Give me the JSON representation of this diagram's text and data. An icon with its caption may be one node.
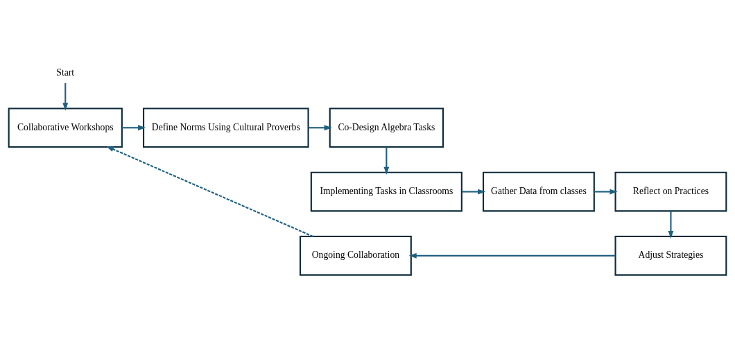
{
  "diagram": {
    "nodes": [
      {
        "text": [
          "Start"
        ]
      },
      {
        "text": [
          "Collaborative Workshops"
        ]
      },
      {
        "text": [
          "Define Norms Using Cultural Proverbs"
        ]
      },
      {
        "text": [
          "Co-Design Algebra Tasks"
        ]
      },
      {
        "text": [
          "Implementing Tasks in Classrooms"
        ]
      },
      {
        "text": [
          "Gather Data from classes"
        ]
      },
      {
        "text": [
          "Reflect on Practices"
        ]
      },
      {
        "text": [
          "Adjust Strategies"
        ]
      },
      {
        "text": [
          "Ongoing Collaboration"
        ]
      }
    ],
    "edges": [
      {
        "from": 0,
        "to": 1,
        "arrow": "to"
      },
      {
        "from": 1,
        "to": 2,
        "arrow": "to"
      },
      {
        "from": 2,
        "to": 3,
        "arrow": "to"
      },
      {
        "from": 3,
        "to": 4,
        "arrow": "to"
      },
      {
        "from": 4,
        "to": 5,
        "arrow": "to"
      },
      {
        "from": 5,
        "to": 6,
        "arrow": "to"
      },
      {
        "from": 6,
        "to": 7,
        "arrow": "to"
      },
      {
        "from": 7,
        "to": 8,
        "arrow": "to"
      },
      {
        "from": 8,
        "to": 1,
        "arrow": "to",
        "style": "dashed"
      }
    ]
  }
}
